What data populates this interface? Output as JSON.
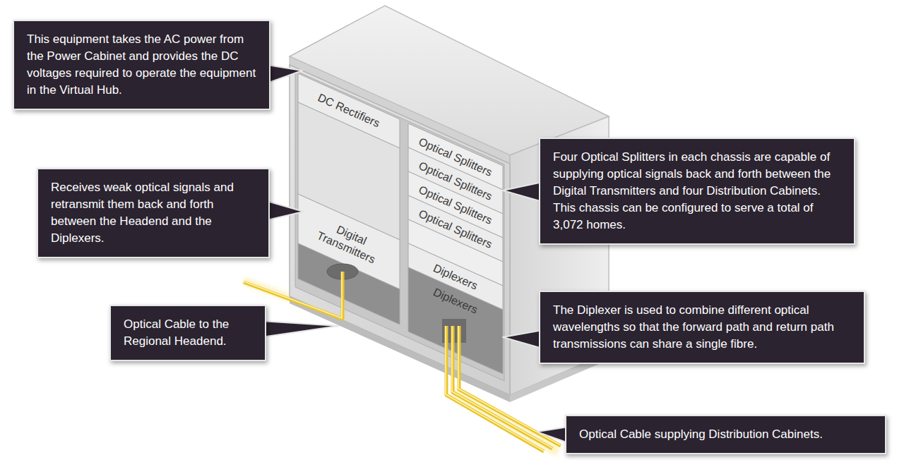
{
  "diagram": {
    "nodes": [
      {
        "text": [
          "This equipment takes the AC power from the Power Cabinet and provides the DC voltages required to operate the equipment in the Virtual Hub."
        ]
      },
      {
        "text": [
          "Four Optical Splitters in each chassis are capable of supplying optical signals back and forth between the Digital Transmitters and four Distribution Cabinets. This chassis can be configured to serve a total of 3,072 homes."
        ]
      },
      {
        "text": [
          "Receives weak optical signals and retransmit them back and forth between the Headend and the Diplexers."
        ]
      },
      {
        "text": [
          "Optical Cable to the Regional Headend."
        ]
      },
      {
        "text": [
          "The Diplexer is used to combine different optical wavelengths so that the forward path and return path transmissions can share a single fibre."
        ]
      },
      {
        "text": [
          "Optical Cable supplying Distribution Cabinets."
        ]
      }
    ],
    "labels": [
      "DC Rectifiers",
      "Optical Splitters",
      "Optical Splitters",
      "Optical Splitters",
      "Optical Splitters",
      "Digital Transmitters",
      "Diplexers",
      "Diplexers"
    ]
  }
}
